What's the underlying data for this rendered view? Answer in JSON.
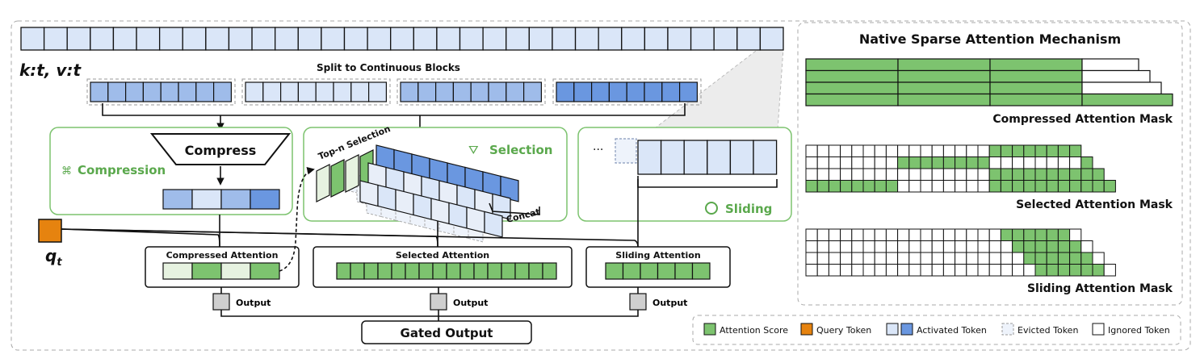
{
  "key_value_label": "k:t, v:t",
  "query_label": "q",
  "query_subscript": "t",
  "split_label": "Split to Continuous Blocks",
  "compression": {
    "block_label": "Compress",
    "title": "Compression"
  },
  "selection": {
    "title": "Selection",
    "topn_label": "Top-n Selection",
    "concat_label": "Concat"
  },
  "sliding": {
    "title": "Sliding",
    "ellipsis": "···"
  },
  "branches": {
    "compressed_attention": "Compressed Attention",
    "selected_attention": "Selected Attention",
    "sliding_attention": "Sliding Attention"
  },
  "output_label": "Output",
  "gated_output": "Gated Output",
  "mechanism": {
    "title": "Native Sparse Attention Mechanism",
    "compressed_mask": "Compressed Attention Mask",
    "selected_mask": "Selected Attention Mask",
    "sliding_mask": "Sliding Attention Mask"
  },
  "legend": {
    "attention_score": "Attention Score",
    "query_token": "Query Token",
    "activated_token": "Activated Token",
    "evicted_token": "Evicted Token",
    "ignored_token": "Ignored Token"
  },
  "colors": {
    "green": "#7dc36f",
    "light_green": "#e6f2e0",
    "orange": "#e6830f",
    "light_blue": "#dae6f8",
    "mid_blue": "#9fbcea",
    "blue": "#6a97e0",
    "green_border": "#7dc36f",
    "dash_gray": "#9a9a9a"
  }
}
